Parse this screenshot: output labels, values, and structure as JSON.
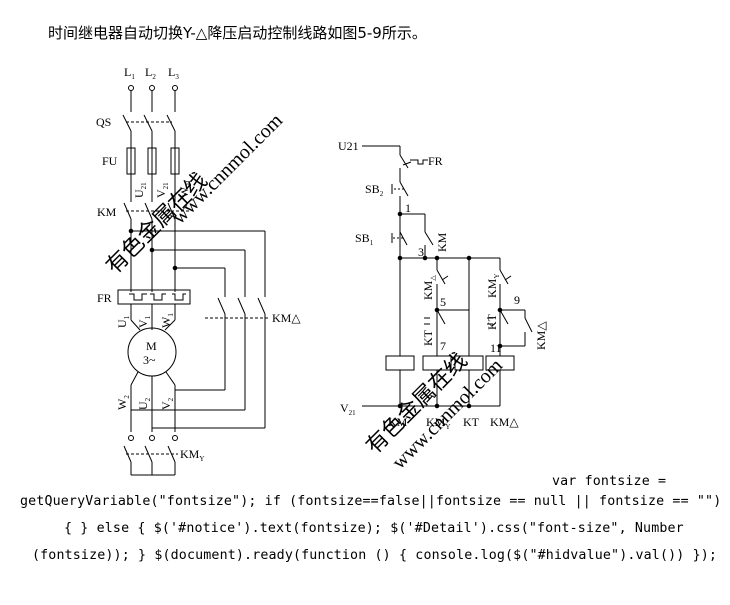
{
  "heading": "时间继电器自动切换Y-△降压启动控制线路如图5-9所示。",
  "main_circuit": {
    "phases": [
      "L",
      "L",
      "L"
    ],
    "phase_subs": [
      "1",
      "2",
      "3"
    ],
    "qs": "QS",
    "fu": "FU",
    "fu_outputs": [
      "U",
      "V",
      "W"
    ],
    "fu_output_subs": [
      "21",
      "21",
      "21"
    ],
    "km": "KM",
    "fr": "FR",
    "motor_top": [
      "U",
      "V",
      "W"
    ],
    "motor_top_subs": [
      "1",
      "1",
      "1"
    ],
    "motor_label": "M",
    "motor_type": "3~",
    "motor_bottom": [
      "W",
      "U",
      "V"
    ],
    "motor_bottom_subs": [
      "2",
      "2",
      "2"
    ],
    "km_delta": "KM△",
    "km_y": "KM",
    "km_y_sub": "Y"
  },
  "control_circuit": {
    "supply_top": "U21",
    "fr": "FR",
    "sb2": "SB",
    "sb2_sub": "2",
    "sb1": "SB",
    "sb1_sub": "1",
    "km_aux": "KM",
    "km_delta_nc": "KM",
    "km_delta_sub": "△",
    "km_y_nc": "KM",
    "km_y_sub": "Y",
    "kt_nc": "KT",
    "kt_no": "KT",
    "km_delta_no": "KM△",
    "nodes": [
      "1",
      "3",
      "5",
      "7",
      "9",
      "11"
    ],
    "supply_bottom": "V",
    "supply_bottom_sub": "21",
    "coils": [
      "KM",
      "KM",
      "KT",
      "KM△"
    ],
    "coil_subs": [
      "",
      "Y",
      "",
      ""
    ]
  },
  "watermark": [
    "有色金属在线",
    "www.cnnmol.com"
  ],
  "code_lines": [
    "var fontsize =",
    "getQueryVariable(\"fontsize\"); if (fontsize==false||fontsize == null || fontsize == \"\")",
    "{ } else { $('#notice').text(fontsize); $('#Detail').css(\"font-size\", Number",
    "(fontsize)); } $(document).ready(function () { console.log($(\"#hidvalue\").val()) });"
  ]
}
